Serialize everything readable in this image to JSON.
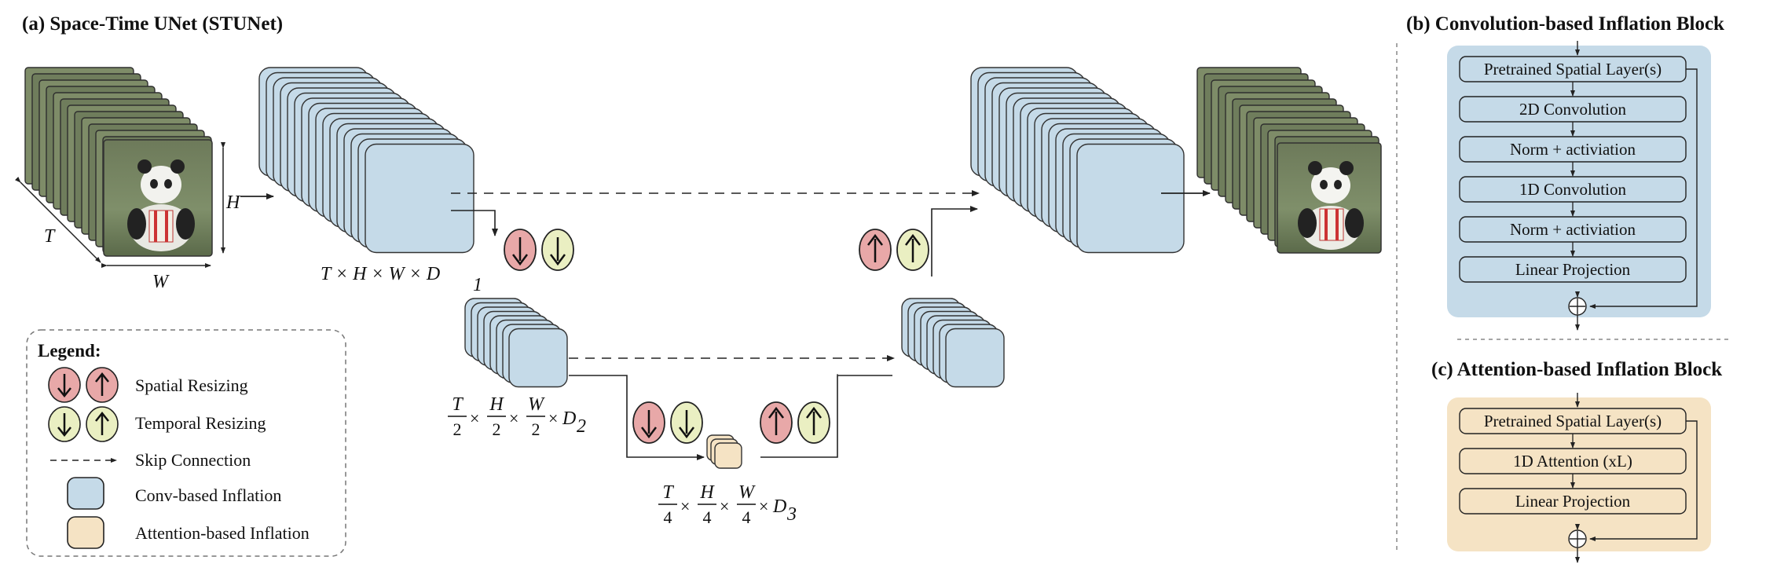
{
  "titles": {
    "a": "(a) Space-Time UNet (STUNet)",
    "b": "(b) Convolution-based Inflation Block",
    "c": "(c) Attention-based Inflation Block"
  },
  "input_labels": {
    "t": "T",
    "h": "H",
    "w": "W"
  },
  "shapes": {
    "level1": "T × H × W × D",
    "level1_sub": "1",
    "level2_fracs": [
      {
        "num": "T",
        "den": "2"
      },
      {
        "num": "H",
        "den": "2"
      },
      {
        "num": "W",
        "den": "2"
      }
    ],
    "level2_d": "D",
    "level2_sub": "2",
    "level3_fracs": [
      {
        "num": "T",
        "den": "4"
      },
      {
        "num": "H",
        "den": "4"
      },
      {
        "num": "W",
        "den": "4"
      }
    ],
    "level3_d": "D",
    "level3_sub": "3",
    "times": "×"
  },
  "legend": {
    "heading": "Legend:",
    "items": [
      "Spatial Resizing",
      "Temporal Resizing",
      "Skip Connection",
      "Conv-based Inflation",
      "Attention-based Inflation"
    ]
  },
  "conv_block": {
    "layers": [
      "Pretrained Spatial Layer(s)",
      "2D Convolution",
      "Norm + activiation",
      "1D Convolution",
      "Norm + activiation",
      "Linear Projection"
    ]
  },
  "attn_block": {
    "layers": [
      "Pretrained Spatial Layer(s)",
      "1D Attention (xL)",
      "Linear Projection"
    ]
  },
  "colors": {
    "conv_fill": "#c5dae8",
    "attn_fill": "#f5e3c4",
    "spatial_fill": "#e8a8a8",
    "temporal_fill": "#eaefc2",
    "conv_panel": "#c5dae8",
    "attn_panel": "#f5e3c4"
  },
  "icons": {
    "spatial_down": "down-arrow-icon",
    "spatial_up": "up-arrow-icon",
    "plus": "plus-circle-icon"
  }
}
